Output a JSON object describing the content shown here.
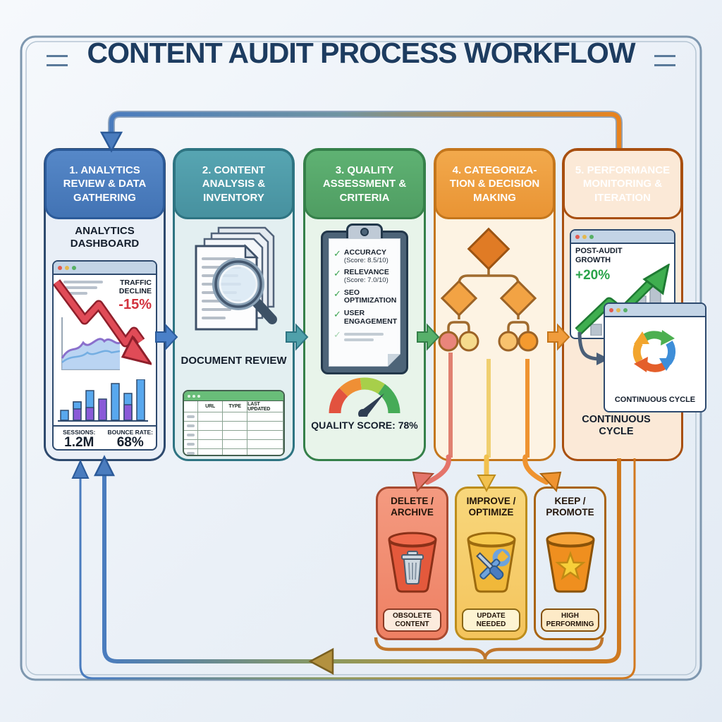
{
  "title": "CONTENT AUDIT PROCESS WORKFLOW",
  "stages": [
    {
      "label": "1. ANALYTICS REVIEW & DATA GATHERING"
    },
    {
      "label": "2. CONTENT ANALYSIS & INVENTORY"
    },
    {
      "label": "3. QUALITY ASSESSMENT & CRITERIA"
    },
    {
      "label": "4. CATEGORIZA- TION & DECISION MAKING"
    },
    {
      "label": "5. PERFORMANCE MONITORING & ITERATION"
    }
  ],
  "analytics": {
    "caption": "ANALYTICS DASHBOARD",
    "traffic_label": "TRAFFIC DECLINE",
    "traffic_value": "-15%",
    "sessions_label": "SESSIONS:",
    "sessions_value": "1.2M",
    "bounce_label": "BOUNCE RATE:",
    "bounce_value": "68%"
  },
  "content_analysis": {
    "caption": "DOCUMENT REVIEW",
    "table_headers": [
      "URL",
      "TYPE",
      "LAST UPDATED"
    ]
  },
  "quality": {
    "checklist": [
      {
        "label": "ACCURACY",
        "detail": "(Score: 8.5/10)"
      },
      {
        "label": "RELEVANCE",
        "detail": "(Score: 7.0/10)"
      },
      {
        "label": "SEO OPTIMIZATION",
        "detail": ""
      },
      {
        "label": "USER ENGAGEMENT",
        "detail": ""
      }
    ],
    "score_label": "QUALITY SCORE: 78%"
  },
  "monitoring": {
    "growth_label": "POST-AUDIT GROWTH",
    "growth_value": "+20%",
    "cycle_window_label": "CONTINUOUS CYCLE",
    "cycle_label": "CONTINUOUS CYCLE"
  },
  "decisions": [
    {
      "title": "DELETE / ARCHIVE",
      "badge": "OBSOLETE CONTENT"
    },
    {
      "title": "IMPROVE / OPTIMIZE",
      "badge": "UPDATE NEEDED"
    },
    {
      "title": "KEEP / PROMOTE",
      "badge": "HIGH PERFORMING"
    }
  ],
  "icons": {
    "check_glyph": "✓"
  },
  "colors": {
    "stage1_blue": "#4a7cbe",
    "stage2_teal": "#4f9cab",
    "stage3_green": "#57a96b",
    "stage4_orange": "#efa141",
    "stage5_dark_orange": "#d26d1d",
    "decline_red": "#d2323e",
    "growth_green": "#28a348",
    "delete_box": "#f08a6e",
    "improve_box": "#f7ce6e",
    "keep_box": "#f4a348"
  }
}
